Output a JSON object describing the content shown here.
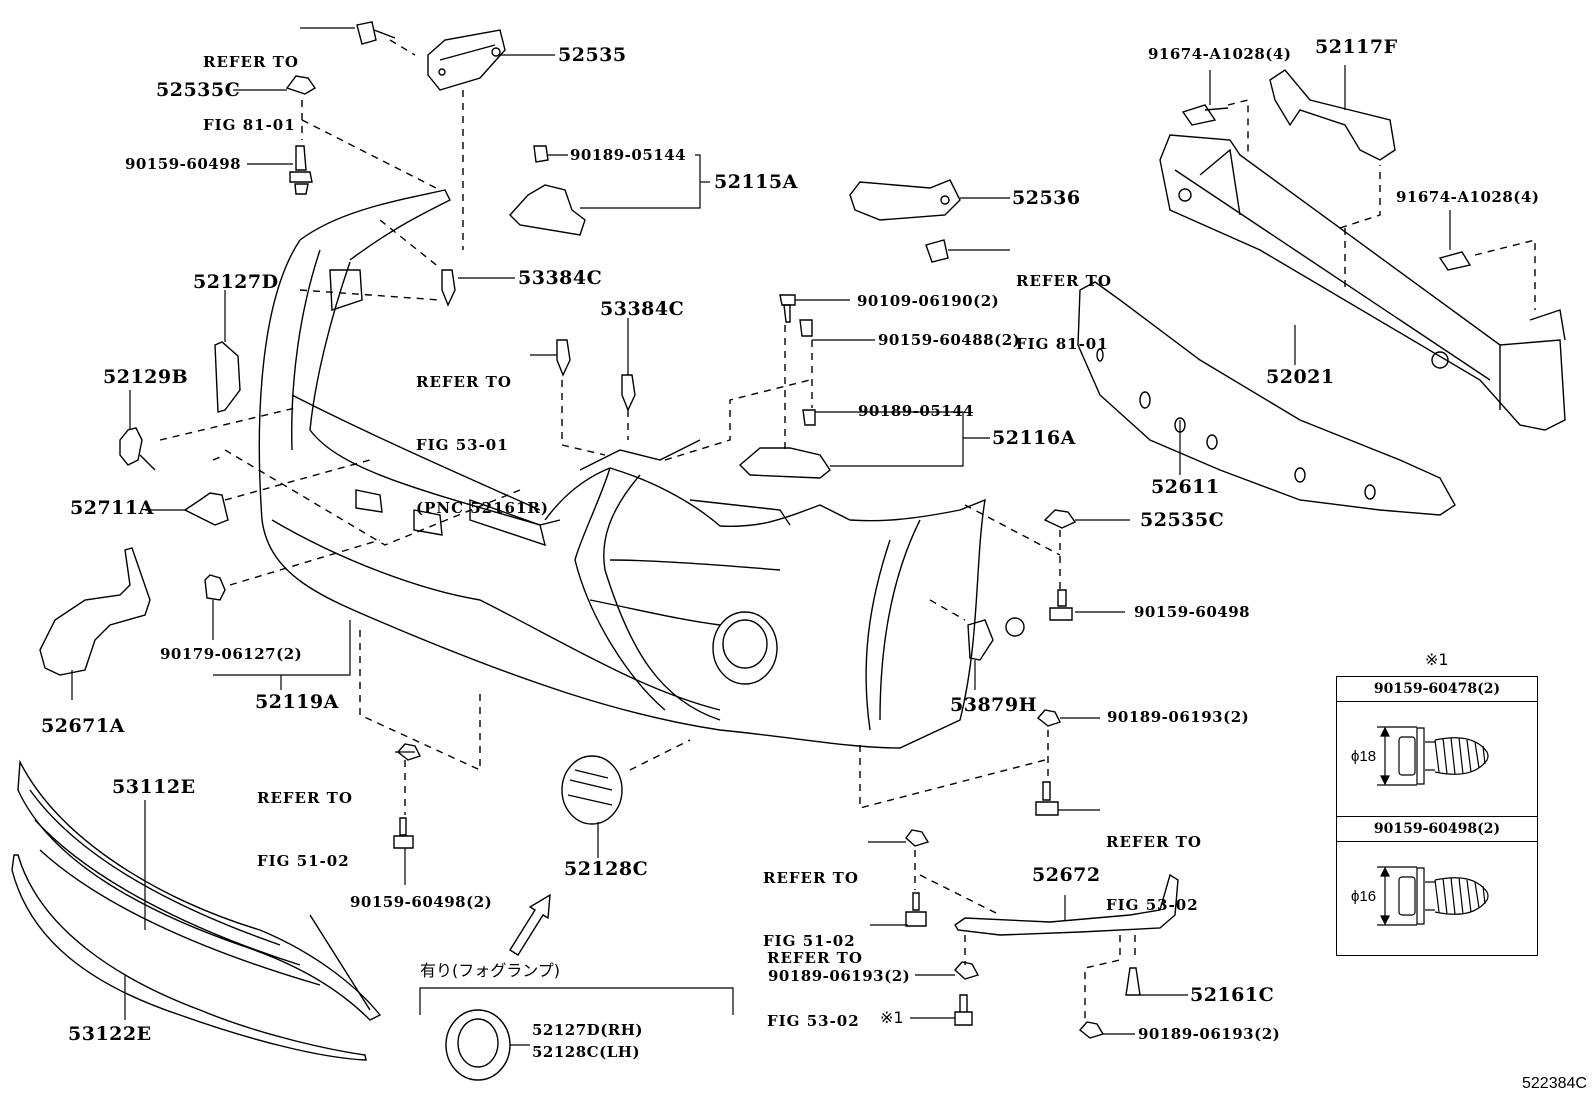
{
  "diagram": {
    "type": "parts-exploded-view",
    "figure_id": "522384C",
    "parts": [
      {
        "id": "p-52535",
        "label": "52535"
      },
      {
        "id": "p-52535c-top",
        "label": "52535C"
      },
      {
        "id": "p-90159-60498-top",
        "label": "90159-60498"
      },
      {
        "id": "p-90189-05144-a",
        "label": "90189-05144"
      },
      {
        "id": "p-52115a",
        "label": "52115A"
      },
      {
        "id": "p-53384c-a",
        "label": "53384C"
      },
      {
        "id": "p-53384c-b",
        "label": "53384C"
      },
      {
        "id": "p-52127d",
        "label": "52127D"
      },
      {
        "id": "p-52129b",
        "label": "52129B"
      },
      {
        "id": "p-52711a",
        "label": "52711A"
      },
      {
        "id": "p-52671a",
        "label": "52671A"
      },
      {
        "id": "p-90179-06127",
        "label": "90179-06127(2)"
      },
      {
        "id": "p-52119a",
        "label": "52119A"
      },
      {
        "id": "p-52536",
        "label": "52536"
      },
      {
        "id": "p-90109-06190",
        "label": "90109-06190(2)"
      },
      {
        "id": "p-90159-60488",
        "label": "90159-60488(2)"
      },
      {
        "id": "p-90189-05144-b",
        "label": "90189-05144"
      },
      {
        "id": "p-52116a",
        "label": "52116A"
      },
      {
        "id": "p-91674-a1028-a",
        "label": "91674-A1028(4)"
      },
      {
        "id": "p-52117f",
        "label": "52117F"
      },
      {
        "id": "p-91674-a1028-b",
        "label": "91674-A1028(4)"
      },
      {
        "id": "p-52021",
        "label": "52021"
      },
      {
        "id": "p-52611",
        "label": "52611"
      },
      {
        "id": "p-52535c-right",
        "label": "52535C"
      },
      {
        "id": "p-90159-60498-right",
        "label": "90159-60498"
      },
      {
        "id": "p-53879h",
        "label": "53879H"
      },
      {
        "id": "p-90189-06193-a",
        "label": "90189-06193(2)"
      },
      {
        "id": "p-53112e",
        "label": "53112E"
      },
      {
        "id": "p-53122e",
        "label": "53122E"
      },
      {
        "id": "p-90159-60498-2",
        "label": "90159-60498(2)"
      },
      {
        "id": "p-52128c",
        "label": "52128C"
      },
      {
        "id": "p-52672",
        "label": "52672"
      },
      {
        "id": "p-90189-06193-b",
        "label": "90189-06193(2)"
      },
      {
        "id": "p-52161c",
        "label": "52161C"
      },
      {
        "id": "p-90189-06193-c",
        "label": "90189-06193(2)"
      },
      {
        "id": "p-fog-rh",
        "label": "52127D(RH)"
      },
      {
        "id": "p-fog-lh",
        "label": "52128C(LH)"
      }
    ],
    "references": {
      "r1": [
        "REFER TO",
        "FIG 81-01"
      ],
      "r2": [
        "REFER TO",
        "FIG 81-01"
      ],
      "r3": [
        "REFER TO",
        "FIG 53-01",
        "(PNC 52161R)"
      ],
      "r4": [
        "REFER TO",
        "FIG 51-02"
      ],
      "r5": [
        "REFER TO",
        "FIG 53-02"
      ],
      "r6": [
        "REFER TO",
        "FIG 51-02"
      ],
      "r7": [
        "REFER TO",
        "FIG 53-02"
      ]
    },
    "note_marker": "※1",
    "fog_lamp_option_caption": "有り(フォグランプ)",
    "detail_table": {
      "title": "※1",
      "rows": [
        {
          "part": "90159-60478(2)",
          "diameter": "ϕ18"
        },
        {
          "part": "90159-60498(2)",
          "diameter": "ϕ16"
        }
      ]
    },
    "colors": {
      "ink": "#000000",
      "paper": "#ffffff"
    }
  }
}
